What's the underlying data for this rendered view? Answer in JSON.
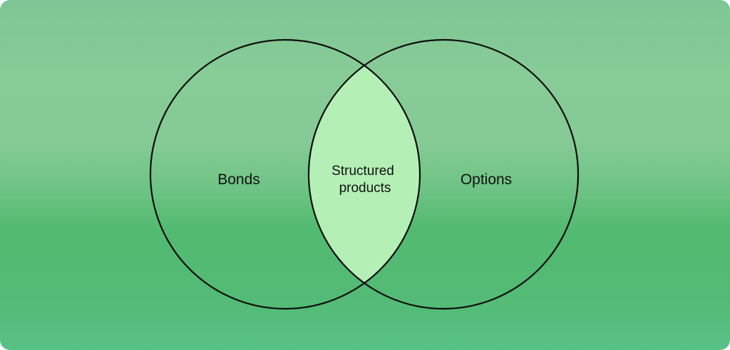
{
  "diagram": {
    "type": "venn",
    "sets": [
      {
        "id": "left",
        "label": "Bonds"
      },
      {
        "id": "right",
        "label": "Options"
      }
    ],
    "intersection": {
      "label_lines": [
        "Structured",
        "products"
      ]
    },
    "colors": {
      "background_top": "#7ec695",
      "background_bottom": "#58c186",
      "intersection_fill": "#b4f0b6",
      "outline": "#0d0d0d",
      "text": "#111111"
    }
  }
}
